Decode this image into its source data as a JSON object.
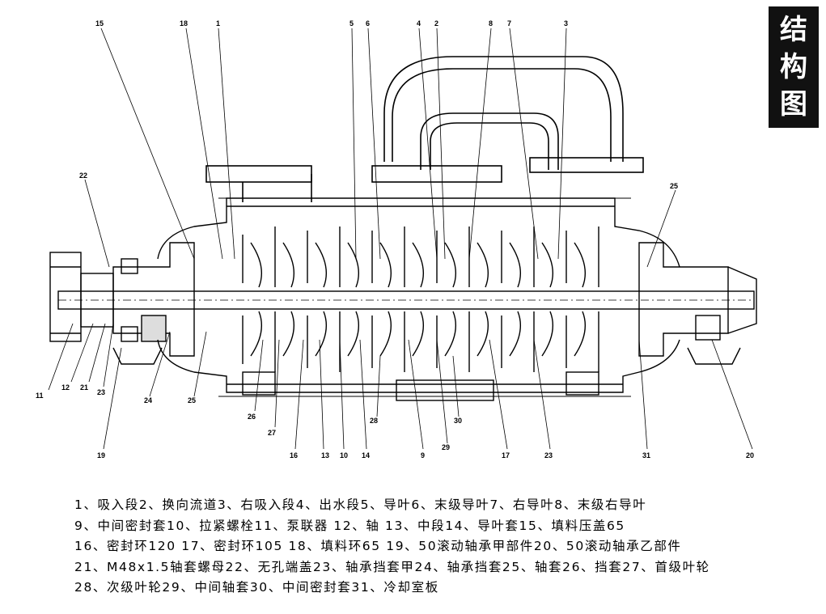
{
  "title": [
    "结",
    "构",
    "图"
  ],
  "callouts": [
    {
      "label": "15"
    },
    {
      "label": "18"
    },
    {
      "label": "1"
    },
    {
      "label": "5"
    },
    {
      "label": "6"
    },
    {
      "label": "4"
    },
    {
      "label": "2"
    },
    {
      "label": "8"
    },
    {
      "label": "7"
    },
    {
      "label": "3"
    },
    {
      "label": "22"
    },
    {
      "label": "25"
    },
    {
      "label": "11"
    },
    {
      "label": "12"
    },
    {
      "label": "21"
    },
    {
      "label": "23"
    },
    {
      "label": "24"
    },
    {
      "label": "25"
    },
    {
      "label": "19"
    },
    {
      "label": "26"
    },
    {
      "label": "27"
    },
    {
      "label": "16"
    },
    {
      "label": "13"
    },
    {
      "label": "10"
    },
    {
      "label": "14"
    },
    {
      "label": "28"
    },
    {
      "label": "9"
    },
    {
      "label": "29"
    },
    {
      "label": "30"
    },
    {
      "label": "17"
    },
    {
      "label": "23"
    },
    {
      "label": "31"
    },
    {
      "label": "20"
    }
  ],
  "legend": [
    "1、吸入段2、换向流道3、右吸入段4、出水段5、导叶6、末级导叶7、右导叶8、末级右导叶",
    "9、中间密封套10、拉紧螺栓11、泵联器 12、轴 13、中段14、导叶套15、填料压盖65",
    "16、密封环120 17、密封环105 18、填料环65  19、50滚动轴承甲部件20、50滚动轴承乙部件",
    "21、M48x1.5轴套螺母22、无孔端盖23、轴承挡套甲24、轴承挡套25、轴套26、挡套27、首级叶轮",
    "28、次级叶轮29、中间轴套30、中间密封套31、冷却室板"
  ]
}
